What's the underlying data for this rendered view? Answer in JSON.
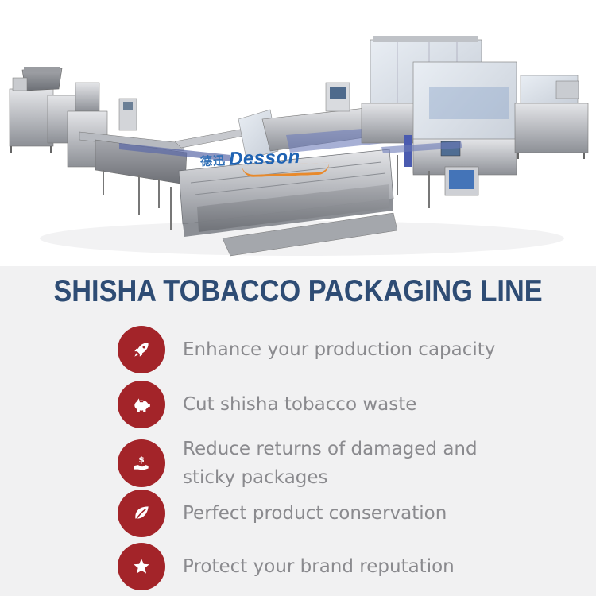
{
  "image": {
    "logo_cn": "德迅",
    "logo_en": "Desson"
  },
  "title": "SHISHA TOBACCO PACKAGING LINE",
  "accent_color": "#a32429",
  "title_color": "#2e4c74",
  "features": [
    {
      "icon": "rocket-icon",
      "text": "Enhance your production capacity"
    },
    {
      "icon": "piggy-bank-icon",
      "text": "Cut shisha tobacco waste"
    },
    {
      "icon": "hand-dollar-icon",
      "text": "Reduce returns of damaged and sticky packages"
    },
    {
      "icon": "leaf-icon",
      "text": "Perfect product conservation"
    },
    {
      "icon": "star-icon",
      "text": "Protect your brand reputation"
    }
  ]
}
